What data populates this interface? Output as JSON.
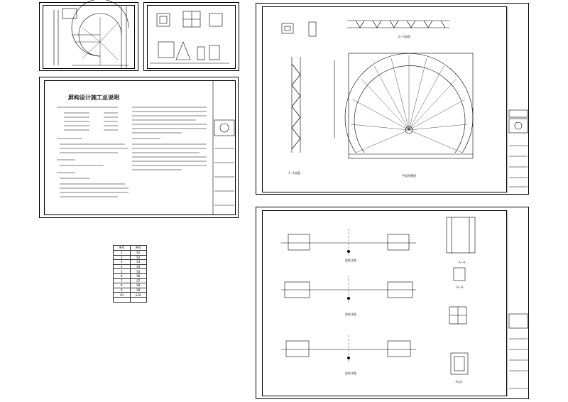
{
  "sheets": {
    "design_notes": {
      "title": "屏构设计施工总说明"
    },
    "legend": {
      "header": [
        "序号",
        "序号"
      ],
      "rows": [
        [
          "1",
          "S1"
        ],
        [
          "2",
          "S2"
        ],
        [
          "3",
          "S3"
        ],
        [
          "4",
          "S4"
        ],
        [
          "5",
          "S5"
        ],
        [
          "6",
          "S6"
        ],
        [
          "7",
          "S7"
        ],
        [
          "8",
          "S8"
        ],
        [
          "9",
          "S9"
        ],
        [
          "10",
          "S10"
        ]
      ]
    },
    "elevation": {
      "section_label": "1—1剖面",
      "truss_label": "2—2剖面",
      "plan_label": "平面布置图"
    },
    "details": {
      "beam_labels": [
        "梁柱详图",
        "梁柱详图",
        "梁柱详图"
      ],
      "node_labels": [
        "A—A",
        "B—B",
        "节点1"
      ]
    }
  },
  "colors": {
    "line": "#000000",
    "paper": "#ffffff"
  }
}
